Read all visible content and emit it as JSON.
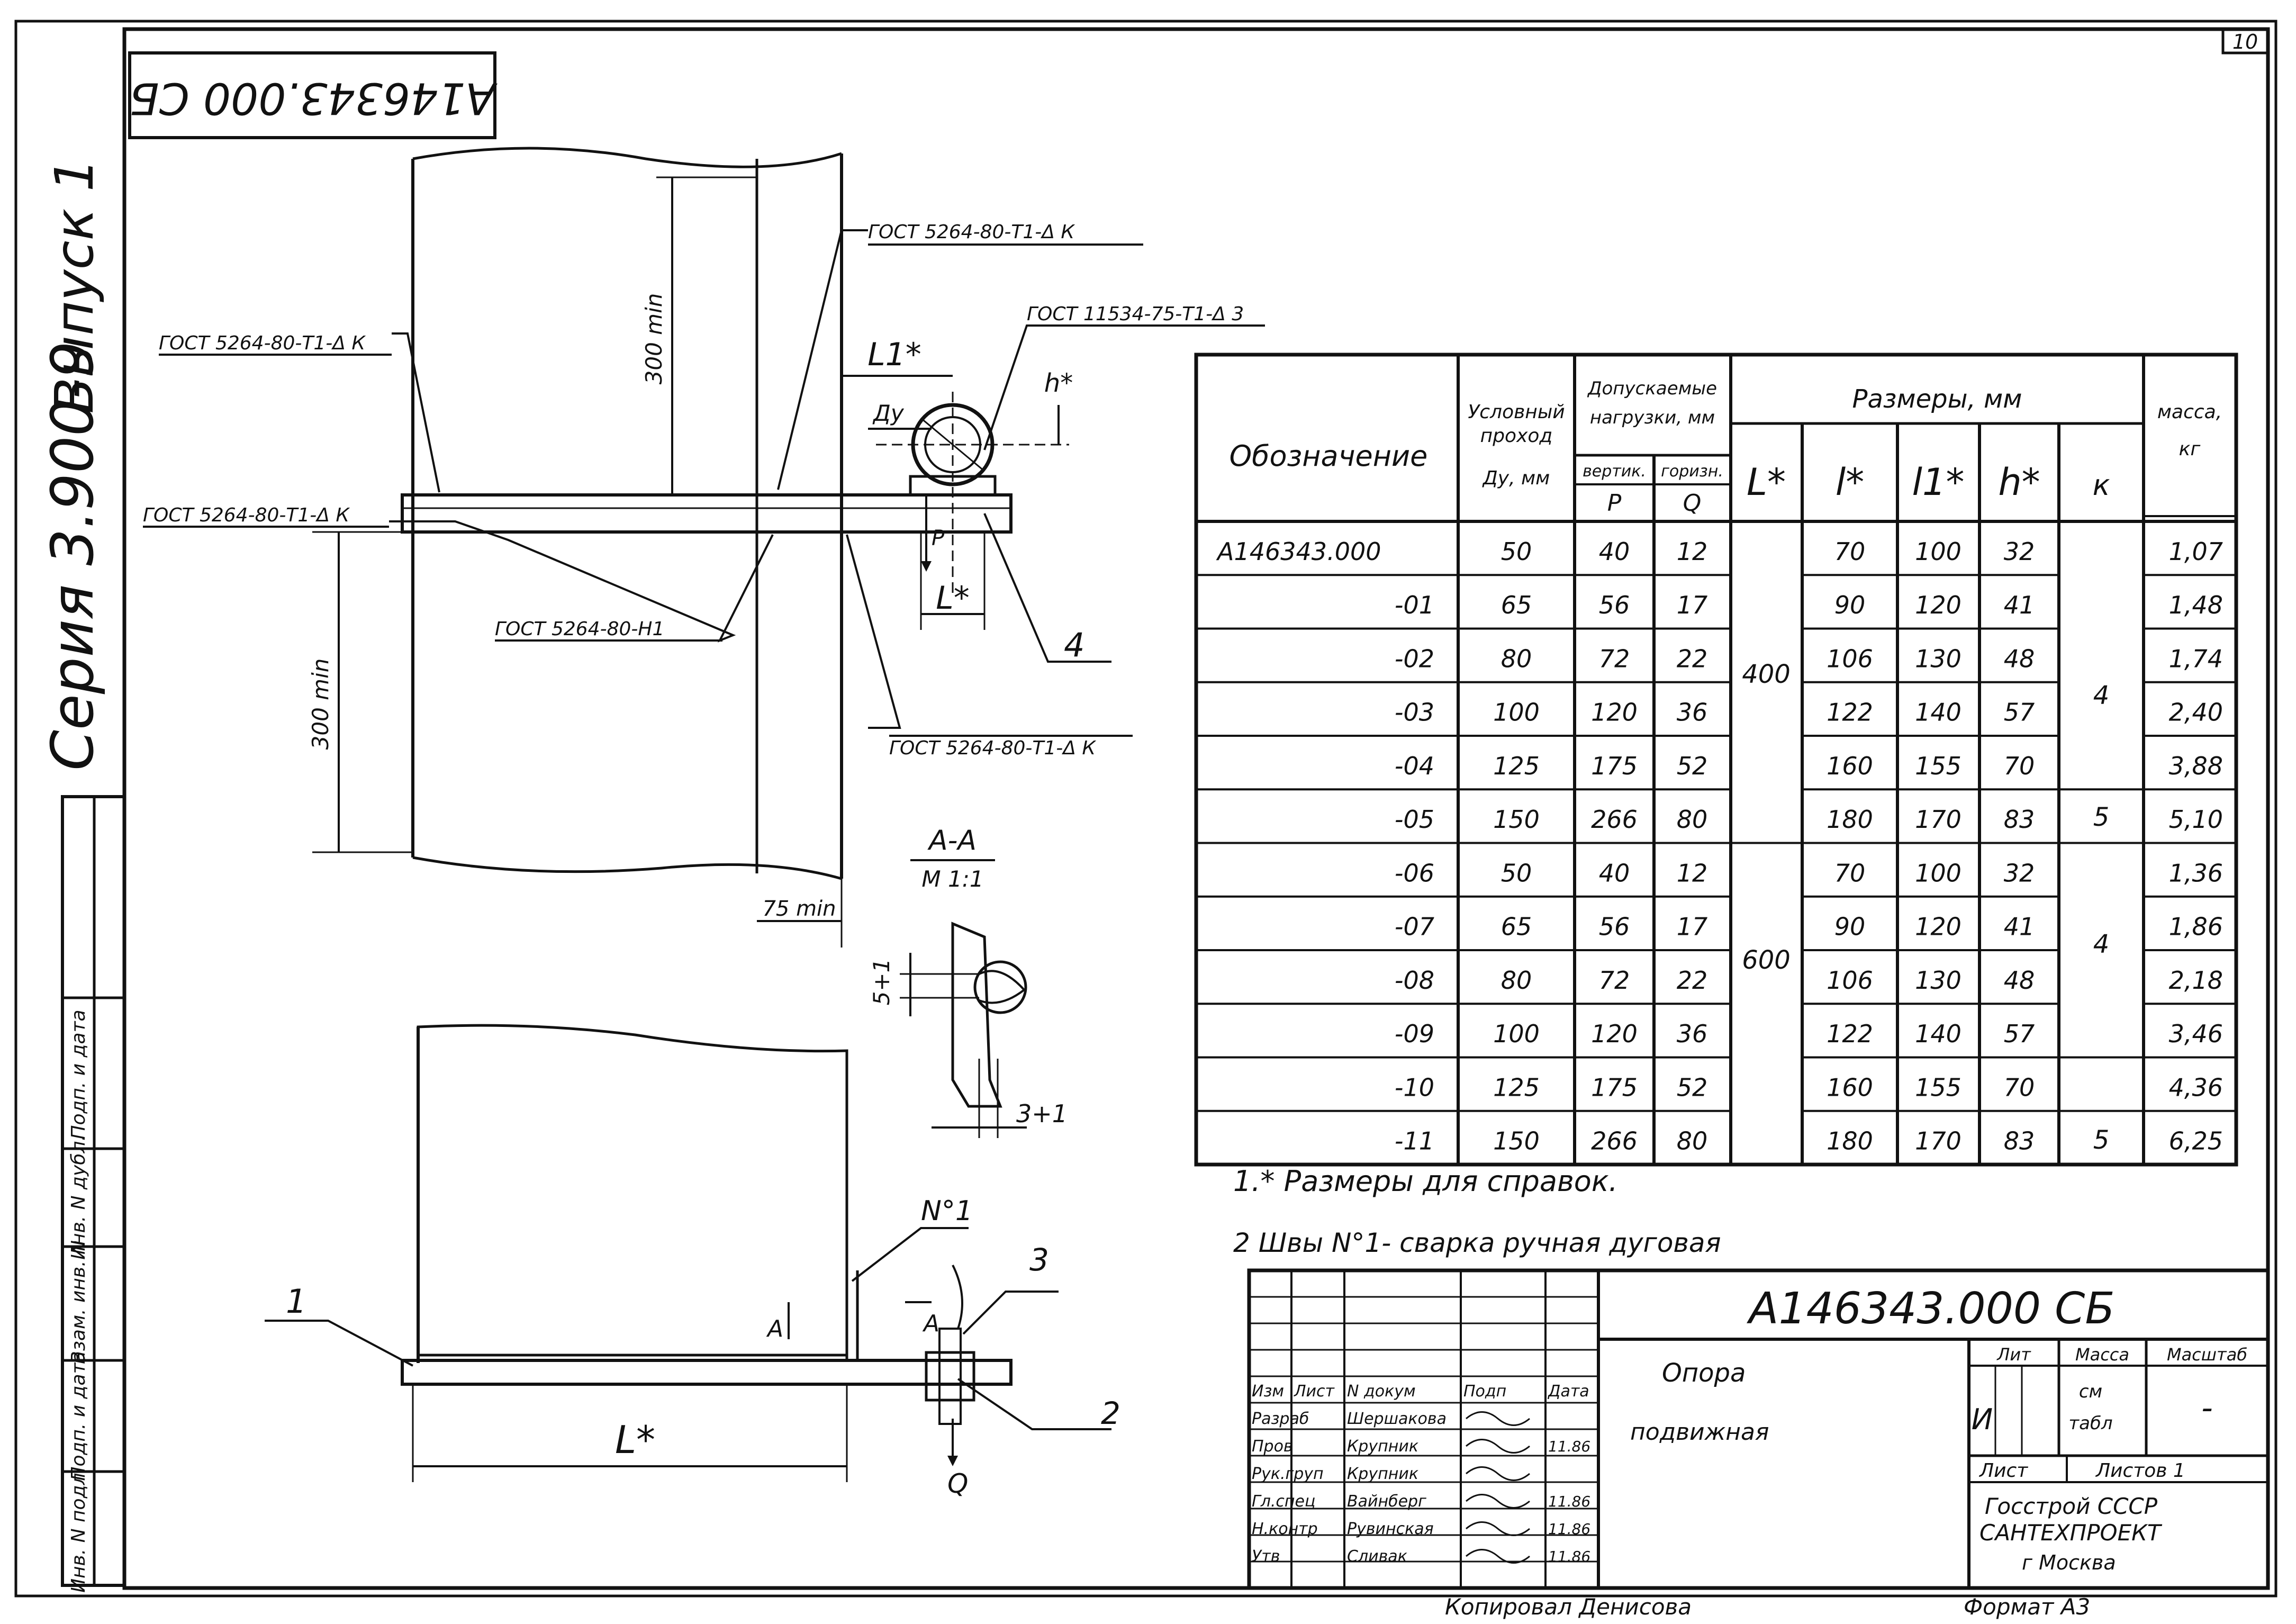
{
  "sheet": {
    "sheet_number": "10",
    "rotated_code": "А146343.000 СБ",
    "series_label": "Серия 3.900-9",
    "issue_label": "Выпуск 1",
    "side_stamp": [
      "Инв. N подл.",
      "Подп. и дата",
      "Взам. инв. N",
      "Инв. N дубл.",
      "Подп. и дата"
    ]
  },
  "drawing": {
    "weld_labels": {
      "gost_top_left": "ГОСТ 5264-80-Т1-Δ К",
      "gost_top_center": "ГОСТ 5264-80-Т1-Δ К",
      "gost_right": "ГОСТ 11534-75-Т1-Δ 3",
      "gost_left_mid": "ГОСТ 5264-80-Т1-Δ К",
      "gost_center_h1": "ГОСТ 5264-80-Н1",
      "gost_lower_right": "ГОСТ 5264-80-Т1-Δ К"
    },
    "dim_300_top": "300 min",
    "dim_300_bottom": "300 min",
    "dim_75": "75 min",
    "label_l1": "L1*",
    "label_h": "h*",
    "label_du": "Ду",
    "label_p": "P",
    "label_l_small": "L*",
    "label_4": "4",
    "section_title": "А-А",
    "section_scale": "М 1:1",
    "section_dim_5": "5+1",
    "section_dim_3": "3+1",
    "bottom_labels": {
      "n1": "N°1",
      "item1": "1",
      "item2": "2",
      "item3": "3",
      "a_left": "А",
      "a_right": "А",
      "q": "Q",
      "l_star": "L*"
    }
  },
  "table": {
    "headers": {
      "designation": "Обозначение",
      "du_line1": "Условный",
      "du_line2": "проход",
      "du_line3": "Ду, мм",
      "loads_line1": "Допускаемые",
      "loads_line2": "нагрузки, мм",
      "vert": "вертик.",
      "horiz": "горизн.",
      "p": "P",
      "q": "Q",
      "dimensions": "Размеры, мм",
      "L": "L*",
      "l": "l*",
      "l1": "l1*",
      "h": "h*",
      "k": "к",
      "mass_line1": "масса,",
      "mass_line2": "кг"
    },
    "rows": [
      {
        "designation": "А146343.000",
        "du": "50",
        "p": "40",
        "q": "12",
        "l": "70",
        "l1": "100",
        "h": "32",
        "mass": "1,07"
      },
      {
        "designation": "-01",
        "du": "65",
        "p": "56",
        "q": "17",
        "l": "90",
        "l1": "120",
        "h": "41",
        "mass": "1,48"
      },
      {
        "designation": "-02",
        "du": "80",
        "p": "72",
        "q": "22",
        "l": "106",
        "l1": "130",
        "h": "48",
        "mass": "1,74"
      },
      {
        "designation": "-03",
        "du": "100",
        "p": "120",
        "q": "36",
        "l": "122",
        "l1": "140",
        "h": "57",
        "mass": "2,40"
      },
      {
        "designation": "-04",
        "du": "125",
        "p": "175",
        "q": "52",
        "l": "160",
        "l1": "155",
        "h": "70",
        "mass": "3,88"
      },
      {
        "designation": "-05",
        "du": "150",
        "p": "266",
        "q": "80",
        "l": "180",
        "l1": "170",
        "h": "83",
        "mass": "5,10"
      },
      {
        "designation": "-06",
        "du": "50",
        "p": "40",
        "q": "12",
        "l": "70",
        "l1": "100",
        "h": "32",
        "mass": "1,36"
      },
      {
        "designation": "-07",
        "du": "65",
        "p": "56",
        "q": "17",
        "l": "90",
        "l1": "120",
        "h": "41",
        "mass": "1,86"
      },
      {
        "designation": "-08",
        "du": "80",
        "p": "72",
        "q": "22",
        "l": "106",
        "l1": "130",
        "h": "48",
        "mass": "2,18"
      },
      {
        "designation": "-09",
        "du": "100",
        "p": "120",
        "q": "36",
        "l": "122",
        "l1": "140",
        "h": "57",
        "mass": "3,46"
      },
      {
        "designation": "-10",
        "du": "125",
        "p": "175",
        "q": "52",
        "l": "160",
        "l1": "155",
        "h": "70",
        "mass": "4,36"
      },
      {
        "designation": "-11",
        "du": "150",
        "p": "266",
        "q": "80",
        "l": "180",
        "l1": "170",
        "h": "83",
        "mass": "6,25"
      }
    ],
    "L_groups": [
      "400",
      "600"
    ],
    "k_values": [
      "4",
      "5",
      "4",
      "5"
    ]
  },
  "notes": {
    "note1": "1.* Размеры для справок.",
    "note2": "2 Швы N°1- сварка ручная дуговая"
  },
  "title_block": {
    "doc_code": "А146343.000 СБ",
    "name_line1": "Опора",
    "name_line2": "подвижная",
    "col_lit": "Лит",
    "col_mass": "Масса",
    "col_scale": "Масштаб",
    "lit_value": "И",
    "mass_value": "см",
    "mass_value2": "табл",
    "scale_value": "-",
    "sheet_label": "Лист",
    "sheets_label": "Листов 1",
    "org1": "Госстрой СССР",
    "org2": "САНТЕХПРОЕКТ",
    "org3": "г Москва",
    "header_row": [
      "Изм",
      "Лист",
      "N докум",
      "Подп",
      "Дата"
    ],
    "signers": [
      {
        "role": "Разраб",
        "name": "Шершакова",
        "date": ""
      },
      {
        "role": "Пров",
        "name": "Крупник",
        "date": "11.86"
      },
      {
        "role": "Рук.груп",
        "name": "Крупник",
        "date": ""
      },
      {
        "role": "Гл.спец",
        "name": "Вайнберг",
        "date": "11.86"
      },
      {
        "role": "Н.контр",
        "name": "Рувинская",
        "date": "11.86"
      },
      {
        "role": "Утв",
        "name": "Сливак",
        "date": "11.86"
      }
    ],
    "copied_by": "Копировал   Денисова",
    "format": "Формат А3"
  }
}
